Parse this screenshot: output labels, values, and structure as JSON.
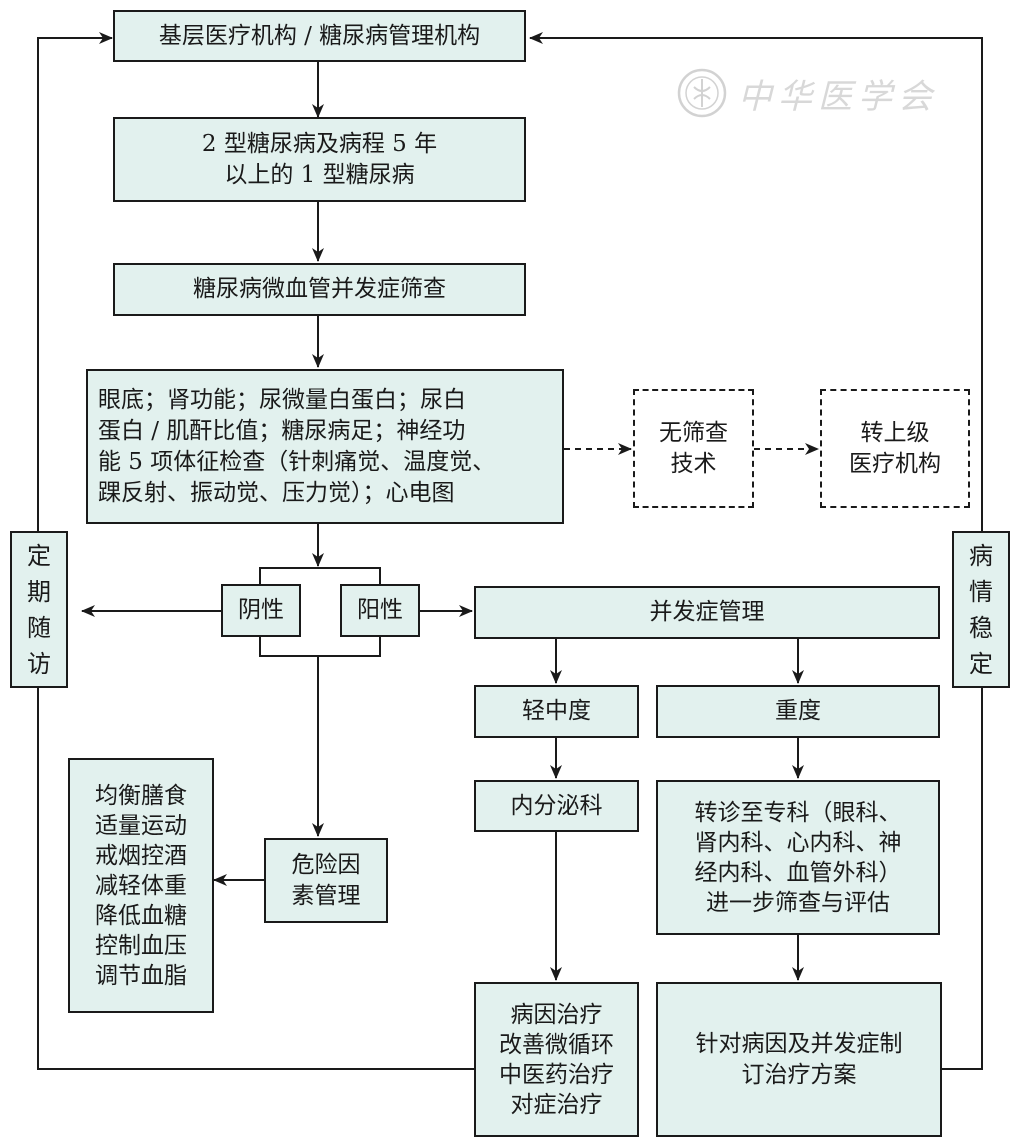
{
  "colors": {
    "box_fill": "#e2f1ee",
    "line": "#1a1a1a",
    "dashed_fill": "#ffffff"
  },
  "watermark": {
    "icon": "society-seal-icon",
    "text": "中华医学会"
  },
  "nodes": {
    "institution": "基层医疗机构 / 糖尿病管理机构",
    "target_population": "2 型糖尿病及病程 5 年\n以上的 1 型糖尿病",
    "screening": "糖尿病微血管并发症筛查",
    "exam_items": "眼底；肾功能；尿微量白蛋白；尿白\n蛋白 / 肌酐比值；糖尿病足；神经功\n能 5 项体征检查（针刺痛觉、温度觉、\n踝反射、振动觉、压力觉）；心电图",
    "no_technology": "无筛查\n技术",
    "refer_upper": "转上级\n医疗机构",
    "negative": "阴性",
    "positive": "阳性",
    "regular_followup": "定\n期\n随\n访",
    "stable_condition": "病\n情\n稳\n定",
    "complication_management": "并发症管理",
    "mild_moderate": "轻中度",
    "severe": "重度",
    "endocrinology": "内分泌科",
    "specialist_referral": "转诊至专科（眼科、\n肾内科、心内科、神\n经内科、血管外科）\n进一步筛查与评估",
    "risk_factor_management": "危险因\n素管理",
    "lifestyle": "均衡膳食\n适量运动\n戒烟控酒\n减轻体重\n降低血糖\n控制血压\n调节血脂",
    "treatment_mild": "病因治疗\n改善微循环\n中医药治疗\n对症治疗",
    "treatment_severe": "针对病因及并发症制\n订治疗方案"
  }
}
